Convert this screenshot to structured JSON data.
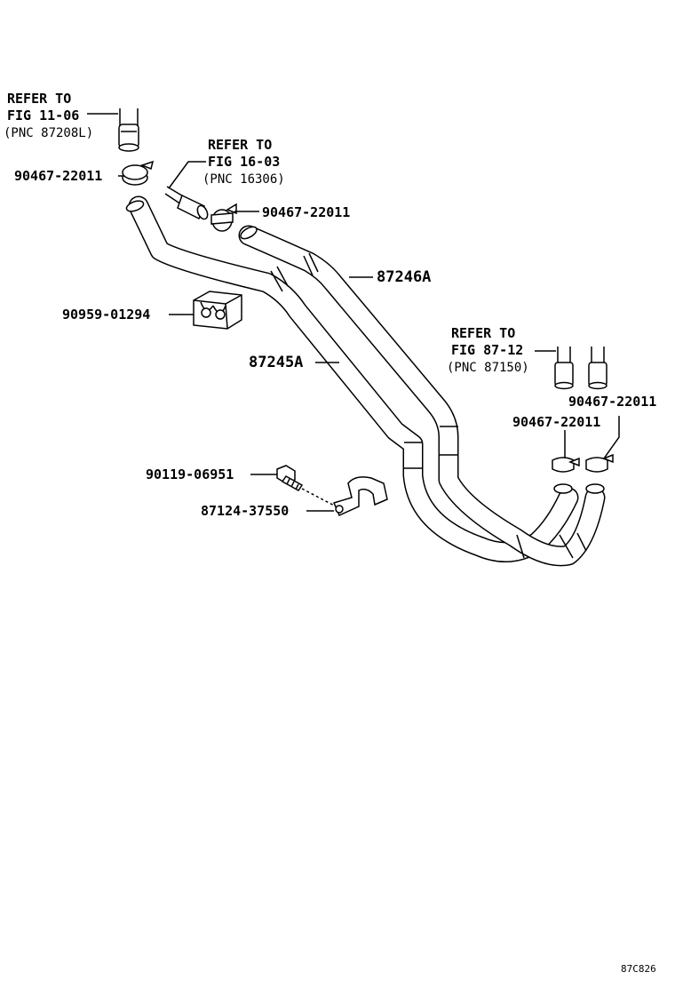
{
  "references": [
    {
      "line1": "REFER TO",
      "line2": "FIG 11-06",
      "pnc": "(PNC 87208L)"
    },
    {
      "line1": "REFER TO",
      "line2": "FIG 16-03",
      "pnc": "(PNC 16306)"
    },
    {
      "line1": "REFER TO",
      "line2": "FIG 87-12",
      "pnc": "(PNC 87150)"
    }
  ],
  "parts": {
    "clamp_upper_left": "90467-22011",
    "clamp_upper_right": "90467-22011",
    "clamp_lower_left": "90467-22011",
    "clamp_lower_right": "90467-22011",
    "hose_clamp_holder": "90959-01294",
    "hose_inlet": "87245A",
    "hose_outlet": "87246A",
    "bolt": "90119-06951",
    "bracket": "87124-37550"
  },
  "diagram_code": "87C826"
}
